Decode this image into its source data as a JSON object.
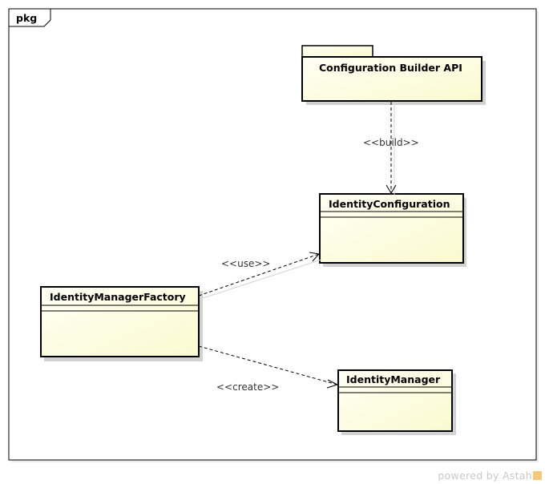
{
  "frame": {
    "label": "pkg"
  },
  "package": {
    "name": "Configuration Builder API"
  },
  "classes": {
    "identity_configuration": {
      "name": "IdentityConfiguration"
    },
    "identity_manager_factory": {
      "name": "IdentityManagerFactory"
    },
    "identity_manager": {
      "name": "IdentityManager"
    }
  },
  "dependencies": {
    "build": {
      "label": "<<build>>"
    },
    "use": {
      "label": "<<use>>"
    },
    "create": {
      "label": "<<create>>"
    }
  },
  "footer": {
    "watermark": "powered by Astah"
  },
  "colors": {
    "class_fill_light": "#fffff4",
    "class_fill_dark": "#fafad0",
    "shadow": "#d2d2d2",
    "frame_border": "#000000"
  }
}
